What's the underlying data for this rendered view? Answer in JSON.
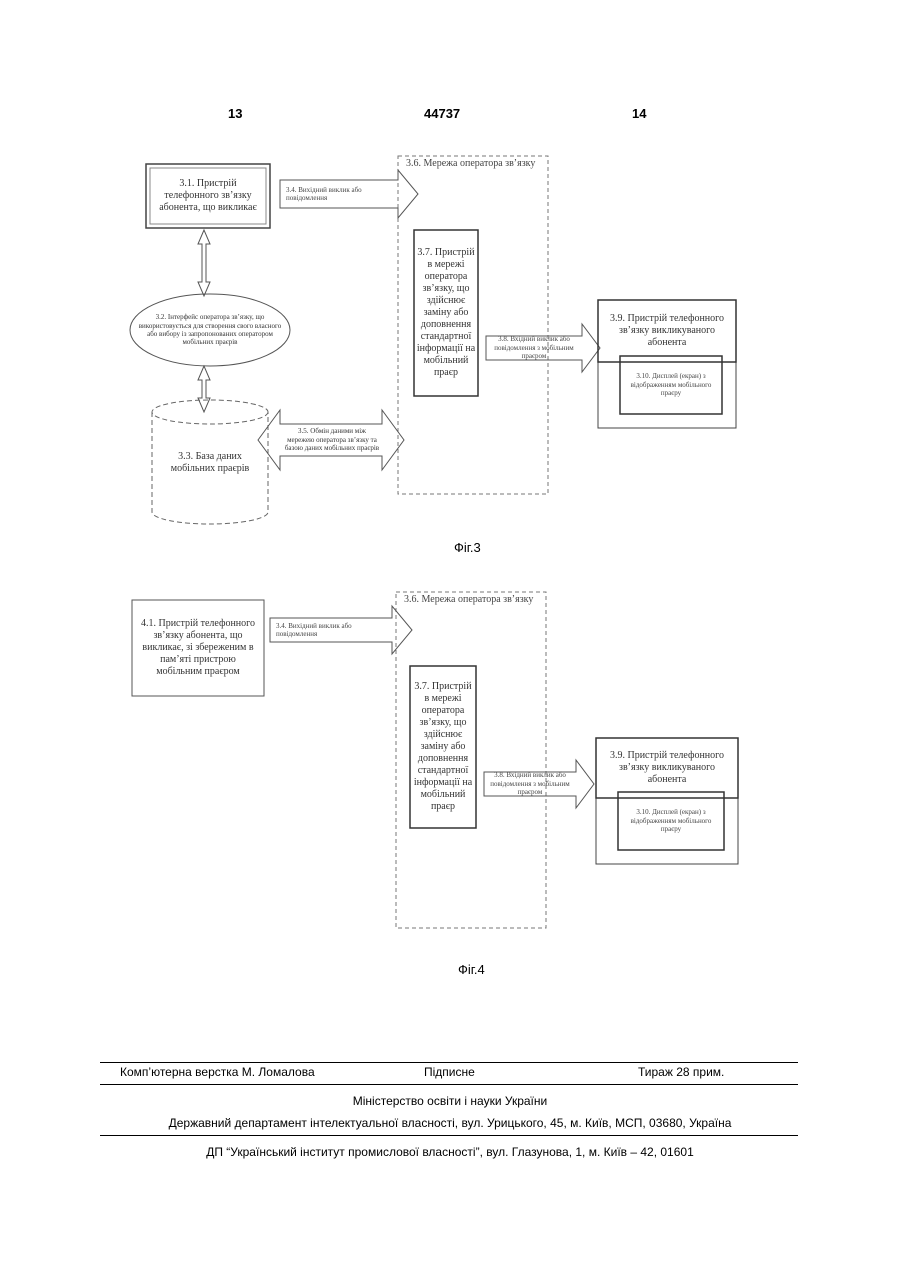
{
  "header": {
    "left_page": "13",
    "doc_number": "44737",
    "right_page": "14"
  },
  "fig3": {
    "caption": "Фіг.3",
    "network_label": "3.6. Мережа оператора зв’язку",
    "caller_device": "3.1. Пристрій телефонного зв’язку абонента, що викликає",
    "outgoing_call": "3.4. Вихідний виклик або повідомлення",
    "interface": "3.2. Інтерфейс оператора зв’язку, що використовується для створення свого власного або вибору із запропонованих оператором мобільних праєрів",
    "database": "3.3. База даних мобільних праєрів",
    "exchange": "3.5. Обмін даними між мережею оператора зв’язку та базою даних мобільних праєрів",
    "network_device": "3.7. Пристрій в мережі оператора зв’язку, що здійснює заміну або доповнення стандартної інформації на мобільний праєр",
    "incoming_call": "3.8. Вхідний виклик або повідомлення з мобільним праєром",
    "called_device": "3.9. Пристрій телефонного зв’язку викликуваного абонента",
    "display": "3.10. Дисплей (екран) з відображенням мобільного праєру"
  },
  "fig4": {
    "caption": "Фіг.4",
    "network_label": "3.6. Мережа оператора зв’язку",
    "caller_device": "4.1. Пристрій телефонного зв’язку абонента, що викликає, зі збереженим в пам’яті пристрою мобільним праєром",
    "outgoing_call": "3.4. Вихідний виклик або повідомлення",
    "network_device": "3.7. Пристрій в мережі оператора зв’язку, що здійснює заміну або доповнення стандартної інформації на мобільний праєр",
    "incoming_call": "3.8. Вхідний виклик або повідомлення з мобільним праєром",
    "called_device": "3.9. Пристрій телефонного зв’язку викликуваного абонента",
    "display": "3.10. Дисплей (екран) з відображенням мобільного праєру"
  },
  "footer": {
    "layout_credit": "Комп’ютерна верстка М. Ломалова",
    "signed": "Підписне",
    "circulation": "Тираж 28 прим.",
    "ministry": "Міністерство освіти і науки України",
    "department": "Державний департамент інтелектуальної власності, вул. Урицького, 45, м. Київ, МСП, 03680, Україна",
    "institute": "ДП “Український інститут промислової власності”, вул. Глазунова, 1, м. Київ – 42, 01601"
  }
}
